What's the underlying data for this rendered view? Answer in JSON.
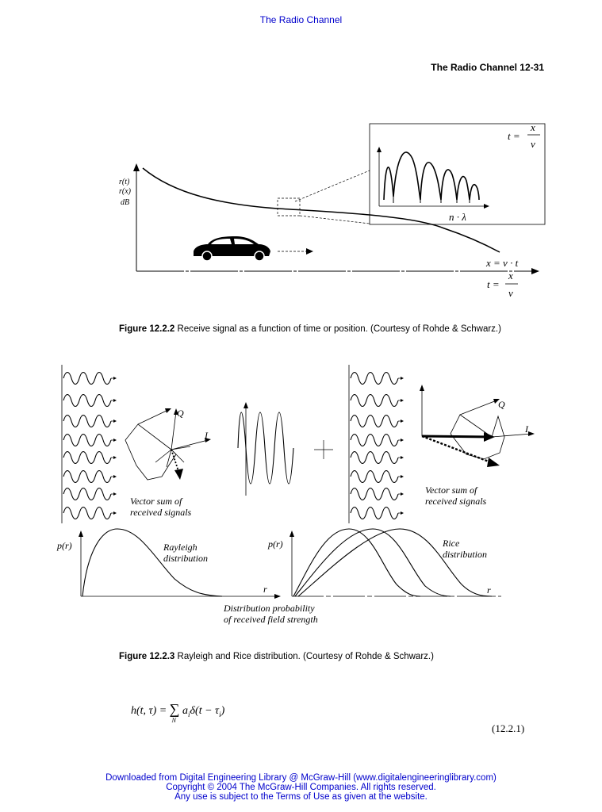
{
  "header": {
    "top_link": "The Radio Channel",
    "running_head": "The Radio Channel 12-31"
  },
  "figure1": {
    "y_label": [
      "r(t)",
      "r(x)",
      "dB"
    ],
    "x_eq": "x = v · t",
    "t_eq_lhs": "t =",
    "frac_num": "x",
    "frac_den": "v",
    "inset_t_lhs": "t =",
    "inset_num": "x",
    "inset_den": "v",
    "n_lambda": "n · λ",
    "caption_label": "Figure 12.2.2",
    "caption_text": " Receive signal as a function of time or position. (Courtesy of Rohde & Schwarz.)"
  },
  "figure2": {
    "q_label_left": "Q",
    "i_label_left": "I",
    "vector_sum_left_1": "Vector sum of",
    "vector_sum_left_2": "received signals",
    "q_label_right": "Q",
    "i_label_right": "I",
    "vector_sum_right_1": "Vector sum of",
    "vector_sum_right_2": "received signals",
    "pr_left": "p(r)",
    "pr_right": "p(r)",
    "rayleigh_1": "Rayleigh",
    "rayleigh_2": "distribution",
    "rice_1": "Rice",
    "rice_2": "distribution",
    "r_left": "r",
    "r_right": "r",
    "dist_prob_1": "Distribution probability",
    "dist_prob_2": "of received field strength",
    "caption_label": "Figure 12.2.3",
    "caption_text": " Rayleigh and Rice distribution. (Courtesy of Rohde & Schwarz.)"
  },
  "equation": {
    "lhs": "h(t, τ) =",
    "sum": "∑",
    "sum_sub": "N",
    "rhs": "a",
    "rhs_sub": "i",
    "delta": "δ(t − τ",
    "delta_sub": "i",
    "close": ")",
    "number": "(12.2.1)"
  },
  "footer": {
    "line1": "Downloaded from Digital Engineering Library @ McGraw-Hill (www.digitalengineeringlibrary.com)",
    "line2": "Copyright © 2004 The McGraw-Hill Companies. All rights reserved.",
    "line3": "Any use is subject to the Terms of Use as given at the website."
  }
}
